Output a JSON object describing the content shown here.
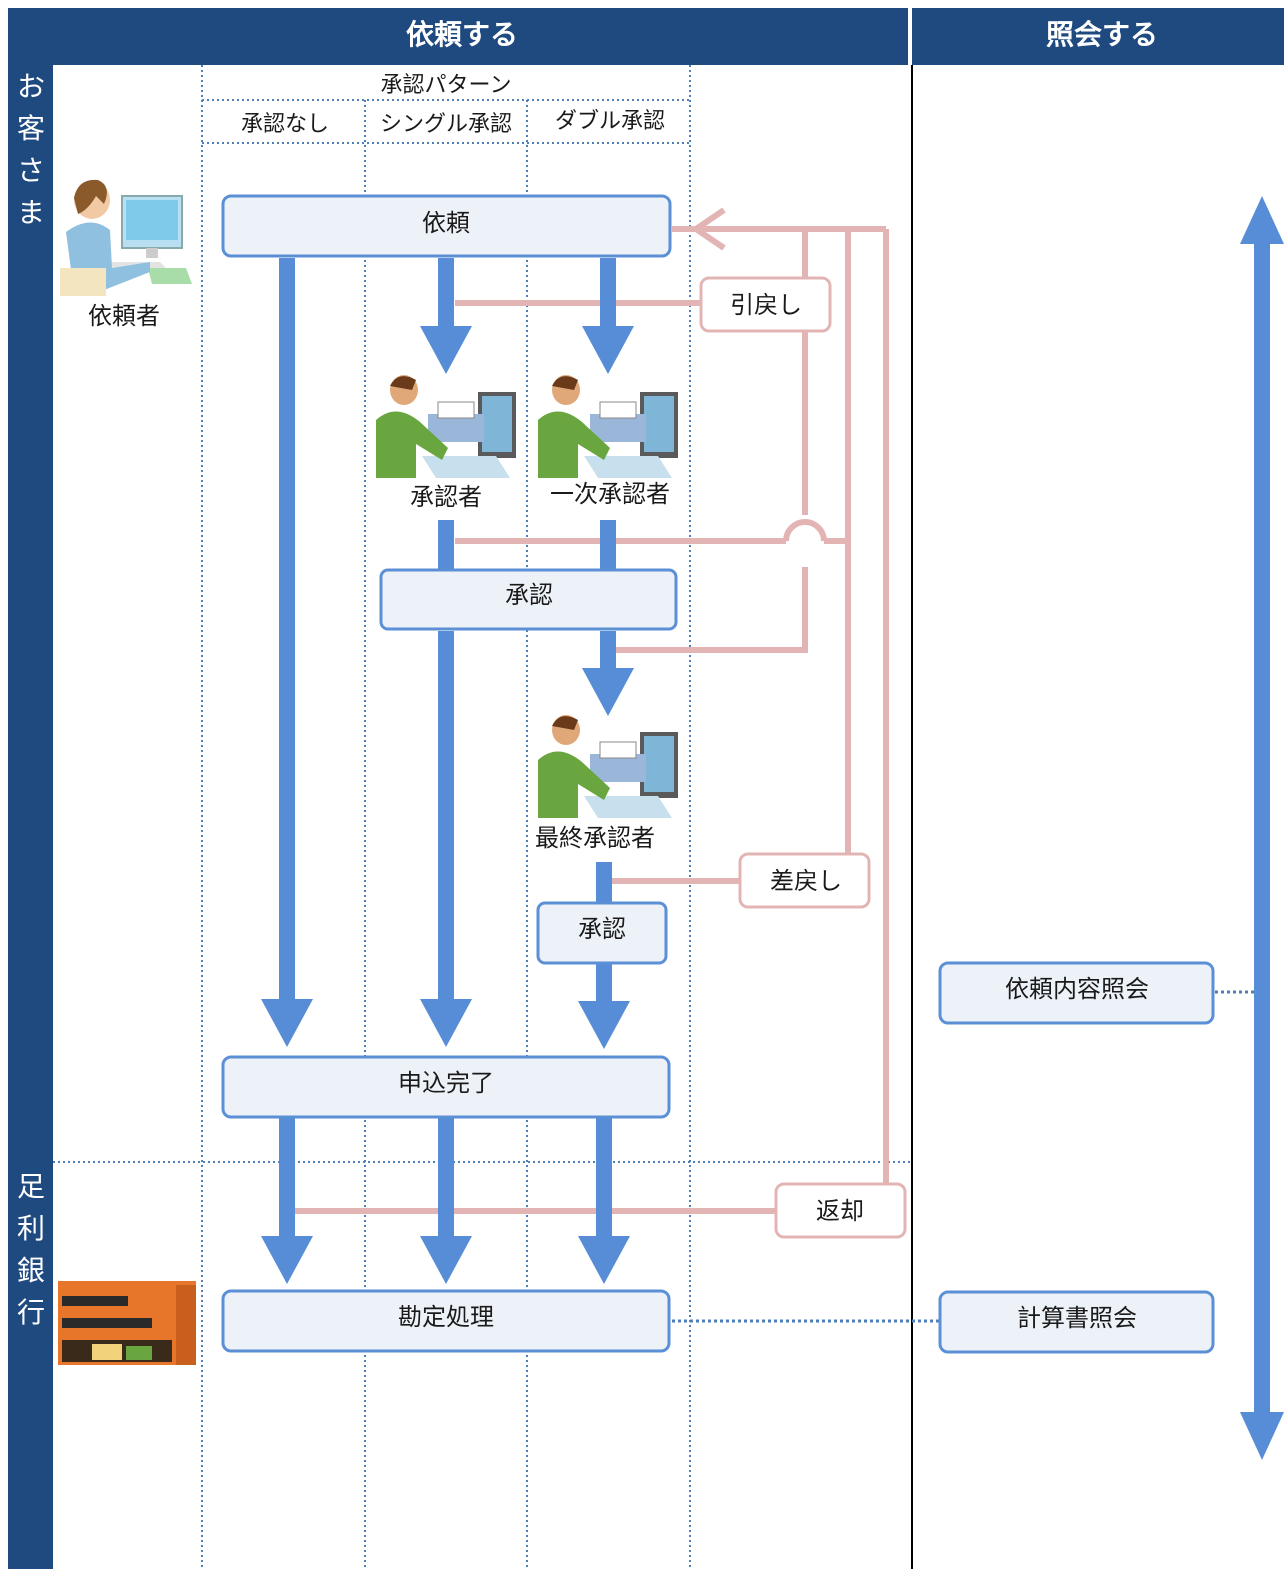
{
  "header": {
    "left": "依頼する",
    "right": "照会する"
  },
  "side": {
    "customer": [
      "お",
      "客",
      "さ",
      "ま"
    ],
    "bank": [
      "足",
      "利",
      "銀",
      "行"
    ]
  },
  "patterns": {
    "title": "承認パターン",
    "none": "承認なし",
    "single": "シングル承認",
    "double": "ダブル承認"
  },
  "actors": {
    "requester": "依頼者",
    "approver": "承認者",
    "first_approver": "一次承認者",
    "final_approver": "最終承認者"
  },
  "boxes": {
    "request": "依頼",
    "approve_1": "承認",
    "approve_2": "承認",
    "complete": "申込完了",
    "accounting": "勘定処理",
    "inquiry_content": "依頼内容照会",
    "inquiry_statement": "計算書照会"
  },
  "returns": {
    "withdraw": "引戻し",
    "sendback": "差戻し",
    "reject": "返却"
  },
  "colors": {
    "header_bg": "#1f4a80",
    "flow_arrow": "#568dd6",
    "return_line": "#e3b4b4",
    "box_fill": "#edf1f8",
    "lane_divider": "#4f7fb8"
  }
}
